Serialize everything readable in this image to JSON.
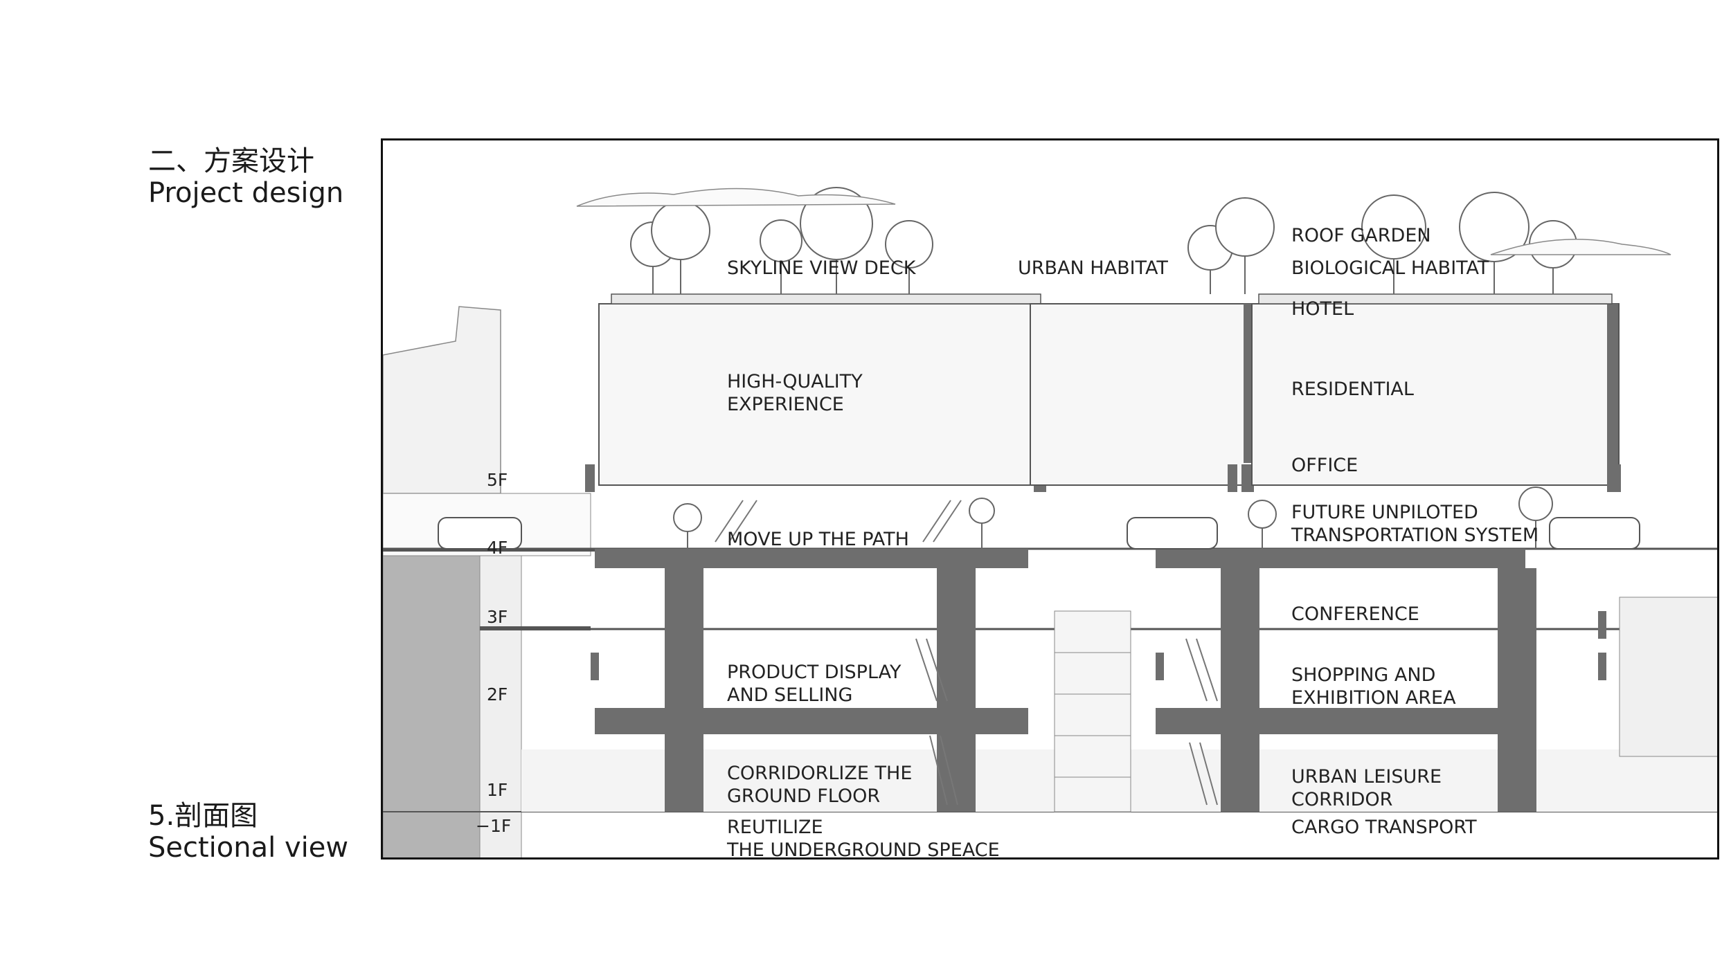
{
  "header": {
    "title_cn": "二、方案设计",
    "title_en": "Project design"
  },
  "footer": {
    "title_cn": "5.剖面图",
    "title_en": "Sectional view"
  },
  "floors": {
    "f5": "5F",
    "f4": "4F",
    "f3": "3F",
    "f2": "2F",
    "f1": "1F",
    "b1": "−1F"
  },
  "labels_left": {
    "skyline_view_deck": "SKYLINE VIEW DECK",
    "urban_habitat": "URBAN HABITAT",
    "high_quality_1": "HIGH-QUALITY",
    "high_quality_2": "EXPERIENCE",
    "move_up_path": "MOVE UP THE PATH",
    "product_display_1": "PRODUCT DISPLAY",
    "product_display_2": "AND SELLING",
    "corridorlize_1": "CORRIDORLIZE THE",
    "corridorlize_2": "GROUND FLOOR",
    "reutilize_1": "REUTILIZE",
    "reutilize_2": "THE UNDERGROUND SPEACE"
  },
  "labels_right": {
    "roof_garden": "ROOF GARDEN",
    "biological_habitat": "BIOLOGICAL HABITAT",
    "hotel": "HOTEL",
    "residential": "RESIDENTIAL",
    "office": "OFFICE",
    "future_unpiloted_1": "FUTURE UNPILOTED",
    "future_unpiloted_2": "TRANSPORTATION SYSTEM",
    "conference": "CONFERENCE",
    "shopping_1": "SHOPPING AND",
    "shopping_2": "EXHIBITION AREA",
    "urban_leisure_1": "URBAN LEISURE",
    "urban_leisure_2": "CORRIDOR",
    "cargo_transport": "CARGO TRANSPORT"
  },
  "colors": {
    "structure": "#6e6e6e",
    "wall_grey": "#b4b4b4",
    "line": "#555555"
  }
}
